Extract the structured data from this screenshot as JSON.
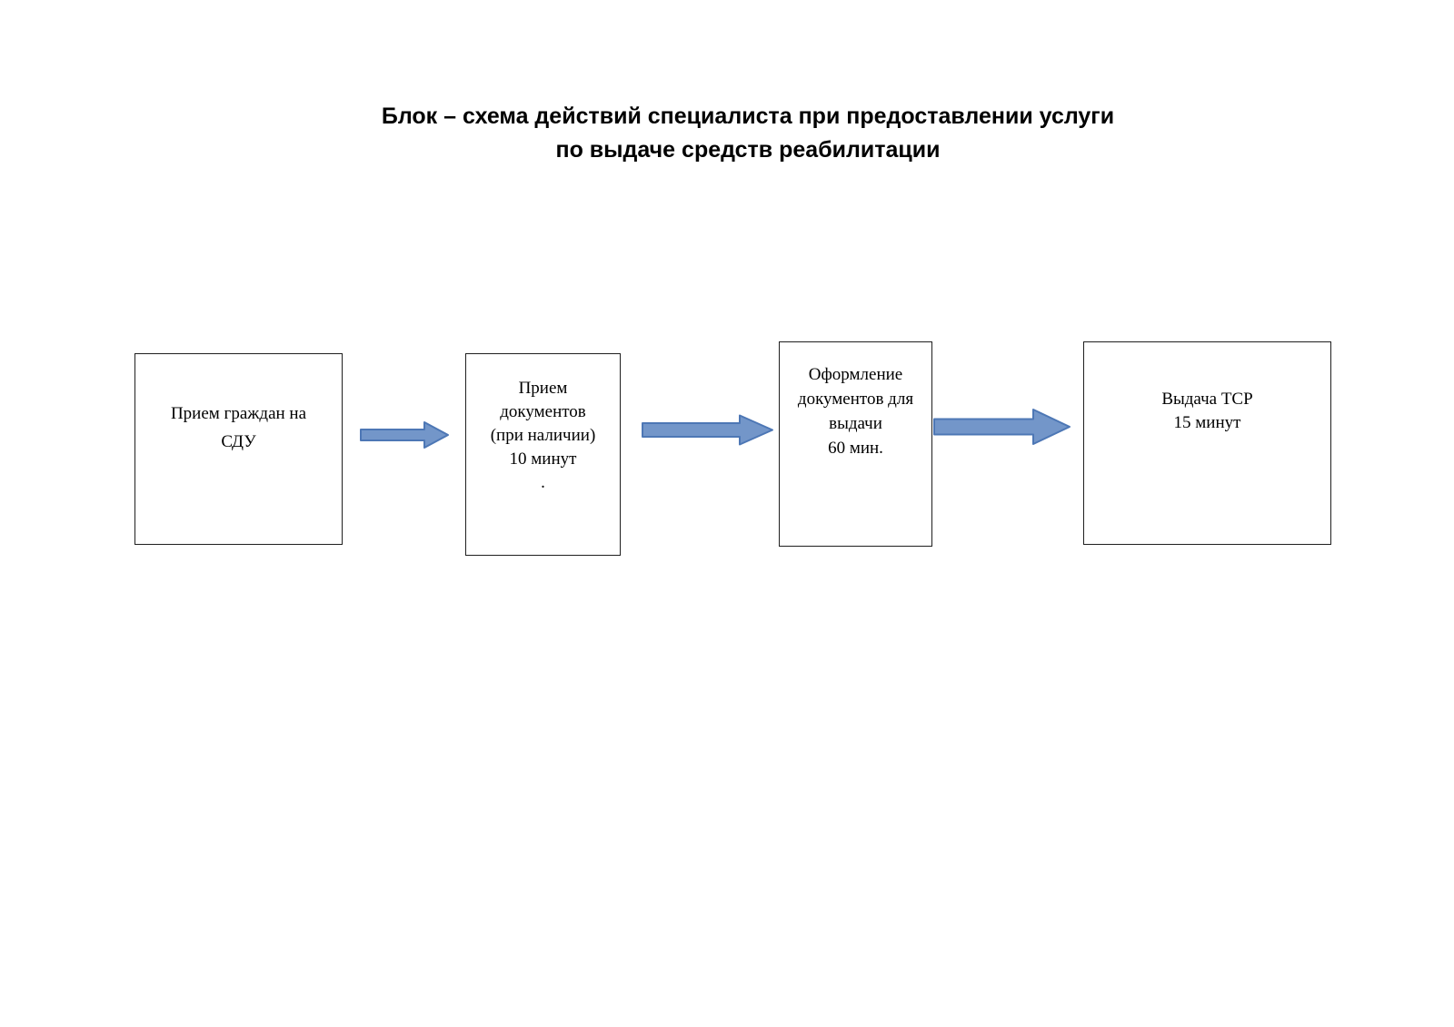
{
  "page": {
    "title_line1": "Блок – схема действий специалиста при предоставлении услуги",
    "title_line2": "по выдаче средств реабилитации"
  },
  "flowchart": {
    "nodes": [
      {
        "id": "reception",
        "text": "Прием граждан на\nСДУ"
      },
      {
        "id": "documents-intake",
        "text": "Прием\nдокументов\n(при наличии)\n10 минут\n."
      },
      {
        "id": "documents-processing",
        "text": "Оформление\nдокументов для\nвыдачи\n60 мин."
      },
      {
        "id": "issuance",
        "text": "Выдача ТСР\n15 минут"
      }
    ]
  },
  "colors": {
    "arrow_fill": "#7396c9",
    "arrow_stroke": "#4d77b5",
    "box_border": "#1f1f1f",
    "background": "#ffffff",
    "text": "#000000"
  }
}
